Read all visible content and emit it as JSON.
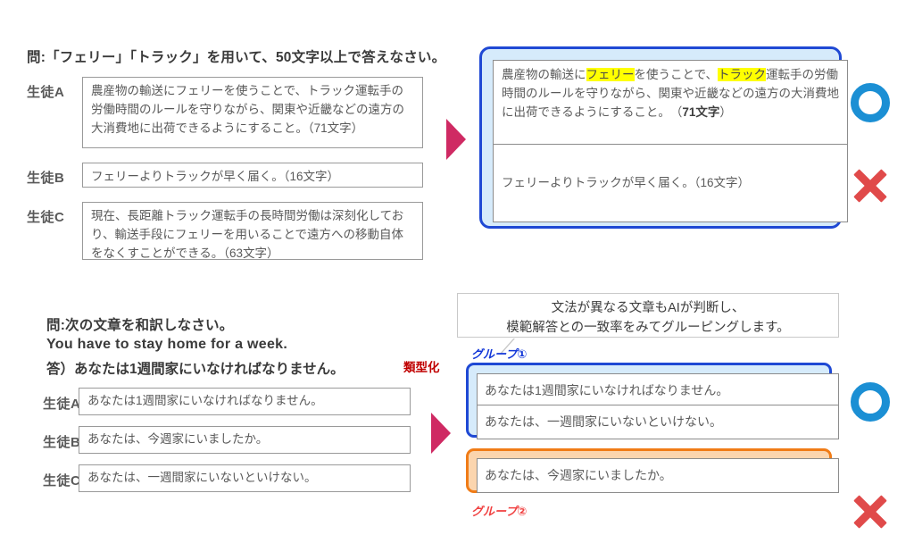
{
  "section_reading": {
    "question": "問:「フェリー」「トラック」を用いて、50文字以上で答えなさい。",
    "students": [
      {
        "label": "生徒A",
        "text": "農産物の輸送にフェリーを使うことで、トラック運転手の労働時間のルールを守りながら、関東や近畿などの遠方の大消費地に出荷できるようにすること。（71文字）"
      },
      {
        "label": "生徒B",
        "text": "フェリーよりトラックが早く届く。（16文字）"
      },
      {
        "label": "生徒C",
        "text": "現在、長距離トラック運転手の長時間労働は深刻化しており、輸送手段にフェリーを用いることで遠方への移動自体をなくすことができる。（63文字）"
      }
    ],
    "result_panel": {
      "correct_answer": {
        "prefix": "農産物の輸送に",
        "highlight1": "フェリー",
        "middle": "を使うことで、",
        "highlight2": "トラック",
        "suffix": "運転手の労働時間のルールを守りながら、関東や近畿などの遠方の大消費地に出荷できるようにすること。　（",
        "count": "71文字",
        "tail": "）"
      },
      "incorrect_answer": "フェリーよりトラックが早く届く。（16文字）"
    },
    "marks": {
      "correct": "○",
      "incorrect": "✕"
    }
  },
  "section_translation": {
    "question": "問:次の文章を和訳しなさい。",
    "english_sentence": "You have to stay home for a week.",
    "model_answer": "答）あなたは1週間家にいなければなりません。",
    "transform_label": "類型化",
    "students": [
      {
        "label": "生徒A",
        "text": "あなたは1週間家にいなければなりません。"
      },
      {
        "label": "生徒B",
        "text": "あなたは、今週家にいましたか。"
      },
      {
        "label": "生徒C",
        "text": "あなたは、一週間家にいないといけない。"
      }
    ],
    "callout": {
      "line1": "文法が異なる文章もAIが判断し、",
      "line2": "模範解答との一致率をみてグルーピングします。"
    },
    "groups": [
      {
        "label": "グループ①",
        "items": [
          "あなたは1週間家にいなければなりません。",
          "あなたは、一週間家にいないといけない。"
        ]
      },
      {
        "label": "グループ②",
        "items": [
          "あなたは、今週家にいましたか。"
        ]
      }
    ],
    "marks": {
      "correct": "○",
      "incorrect": "✕"
    }
  },
  "colors": {
    "panel_border_blue": "#1f49d4",
    "panel_fill_blue": "#d6ebfb",
    "panel_border_orange": "#f07c17",
    "panel_fill_orange": "#fbd5ae",
    "highlight_yellow": "#ffff00",
    "mark_circle_blue": "#1b8fd4",
    "mark_x_red": "#e04a4a",
    "arrow_crimson": "#cf2a63",
    "label_red": "#c00000",
    "label_blue": "#1136d8",
    "label_orange_red": "#f04040"
  }
}
